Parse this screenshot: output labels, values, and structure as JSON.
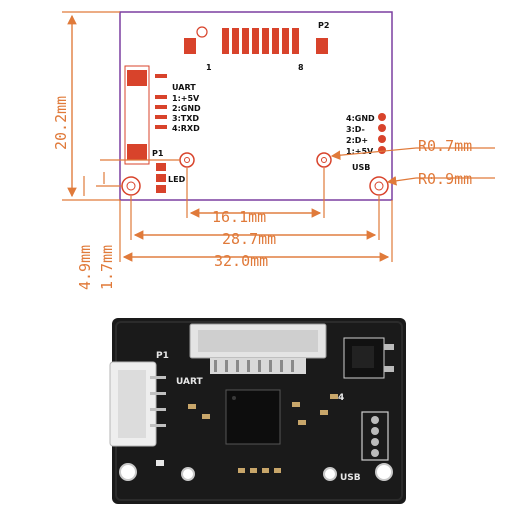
{
  "diagram": {
    "connector_p2": {
      "label": "P2",
      "pin_first": "1",
      "pin_last": "8"
    },
    "header_p1": {
      "label": "P1",
      "title": "UART",
      "pins": [
        "1:+5V",
        "2:GND",
        "3:TXD",
        "4:RXD"
      ]
    },
    "usb": {
      "label": "USB",
      "pins": [
        "4:GND",
        "3:D-",
        "2:D+",
        "1:+5V"
      ]
    },
    "led_label": "LED",
    "dimensions": {
      "height": "20.2mm",
      "inner_hole_spacing": "16.1mm",
      "outer_hole_spacing": "28.7mm",
      "board_width": "32.0mm",
      "hole_offset_y": "4.9mm",
      "hole_offset_y2": "1.7mm",
      "small_hole_radius": "R0.7mm",
      "large_hole_radius": "R0.9mm"
    },
    "colors": {
      "outline": "#7b3fa0",
      "pads": "#d8432b",
      "dimension": "#e07a3a",
      "pcb": "#1a1a1a"
    }
  },
  "photo": {
    "silk_p1": "P1",
    "silk_uart": "UART",
    "silk_usb": "USB",
    "silk_pin4": "4"
  }
}
